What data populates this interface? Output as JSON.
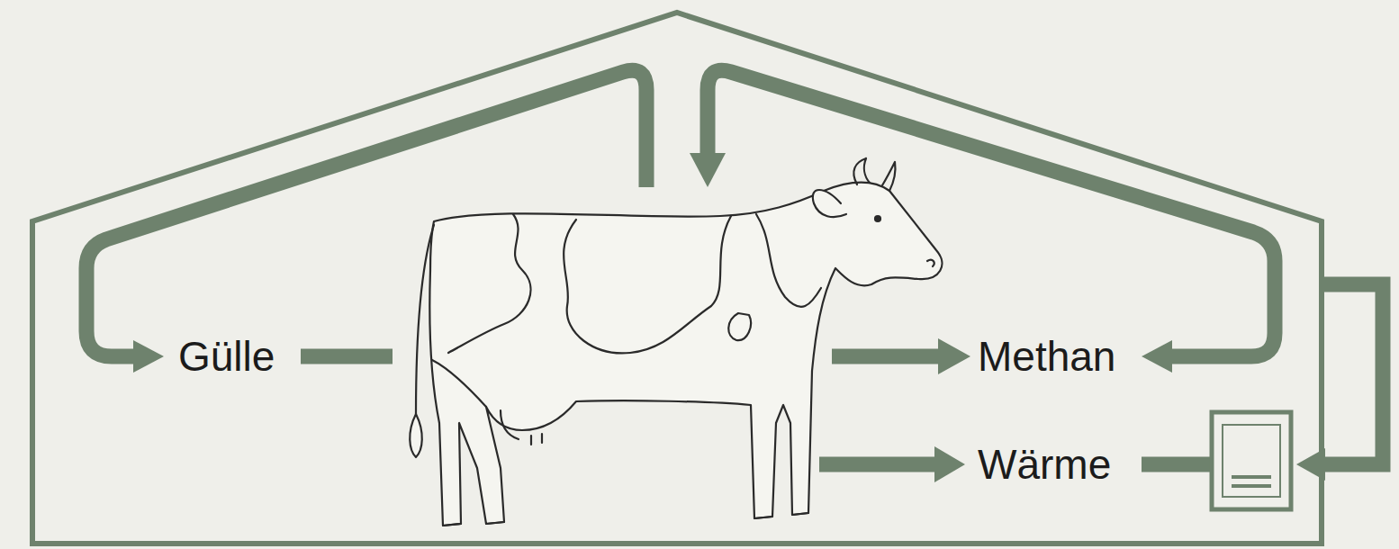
{
  "diagram": {
    "labels": [
      "Gülle",
      "Methan",
      "Wärme"
    ]
  }
}
